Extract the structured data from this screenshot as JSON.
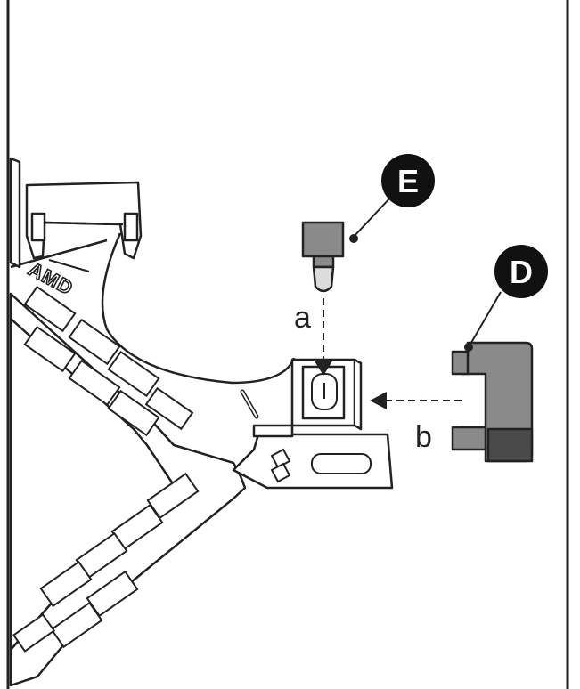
{
  "callouts": {
    "E": "E",
    "D": "D"
  },
  "steps": {
    "a": "a",
    "b": "b"
  },
  "bracket_marking": "AMD",
  "colors": {
    "line": "#222222",
    "part_fill": "#8a8a8a",
    "part_dark": "#4a4a4a",
    "callout_fill": "#111111",
    "background": "#ffffff"
  }
}
